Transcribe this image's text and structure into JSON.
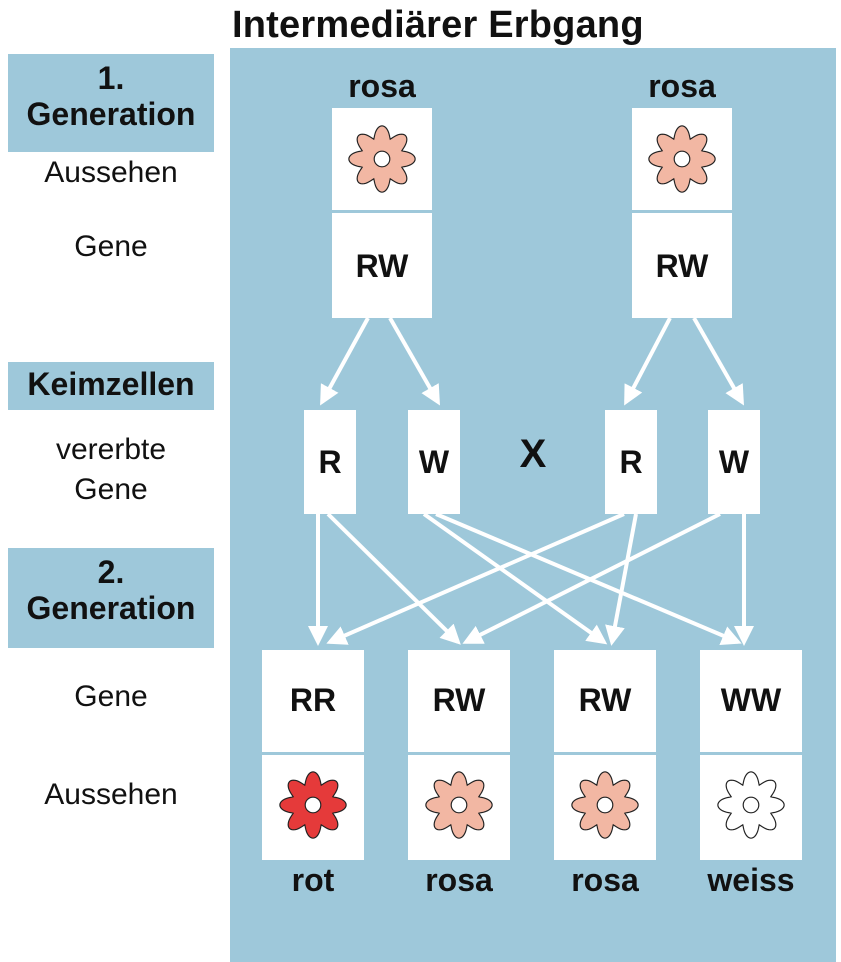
{
  "title": "Intermediärer Erbgang",
  "colors": {
    "panel": "#9ec8da",
    "rosa": "#f2b7a3",
    "rot": "#e53a3a",
    "weiss": "#ffffff",
    "arrow": "#ffffff"
  },
  "labels": {
    "gen1_line1": "1.",
    "gen1_line2": "Generation",
    "aussehen1": "Aussehen",
    "gene1": "Gene",
    "keimzellen": "Keimzellen",
    "vererbte_line1": "vererbte",
    "vererbte_line2": "Gene",
    "gen2_line1": "2.",
    "gen2_line2": "Generation",
    "gene2": "Gene",
    "aussehen2": "Aussehen"
  },
  "parents": [
    {
      "phenotype": "rosa",
      "genotype": "RW",
      "flower_color": "rosa",
      "flower_icon": "flower-icon"
    },
    {
      "phenotype": "rosa",
      "genotype": "RW",
      "flower_color": "rosa",
      "flower_icon": "flower-icon"
    }
  ],
  "gametes": [
    "R",
    "W",
    "R",
    "W"
  ],
  "cross_symbol": "X",
  "offspring": [
    {
      "genotype": "RR",
      "phenotype": "rot",
      "flower_color": "rot",
      "flower_icon": "flower-icon"
    },
    {
      "genotype": "RW",
      "phenotype": "rosa",
      "flower_color": "rosa",
      "flower_icon": "flower-icon"
    },
    {
      "genotype": "RW",
      "phenotype": "rosa",
      "flower_color": "rosa",
      "flower_icon": "flower-icon"
    },
    {
      "genotype": "WW",
      "phenotype": "weiss",
      "flower_color": "weiss",
      "flower_icon": "flower-icon"
    }
  ]
}
